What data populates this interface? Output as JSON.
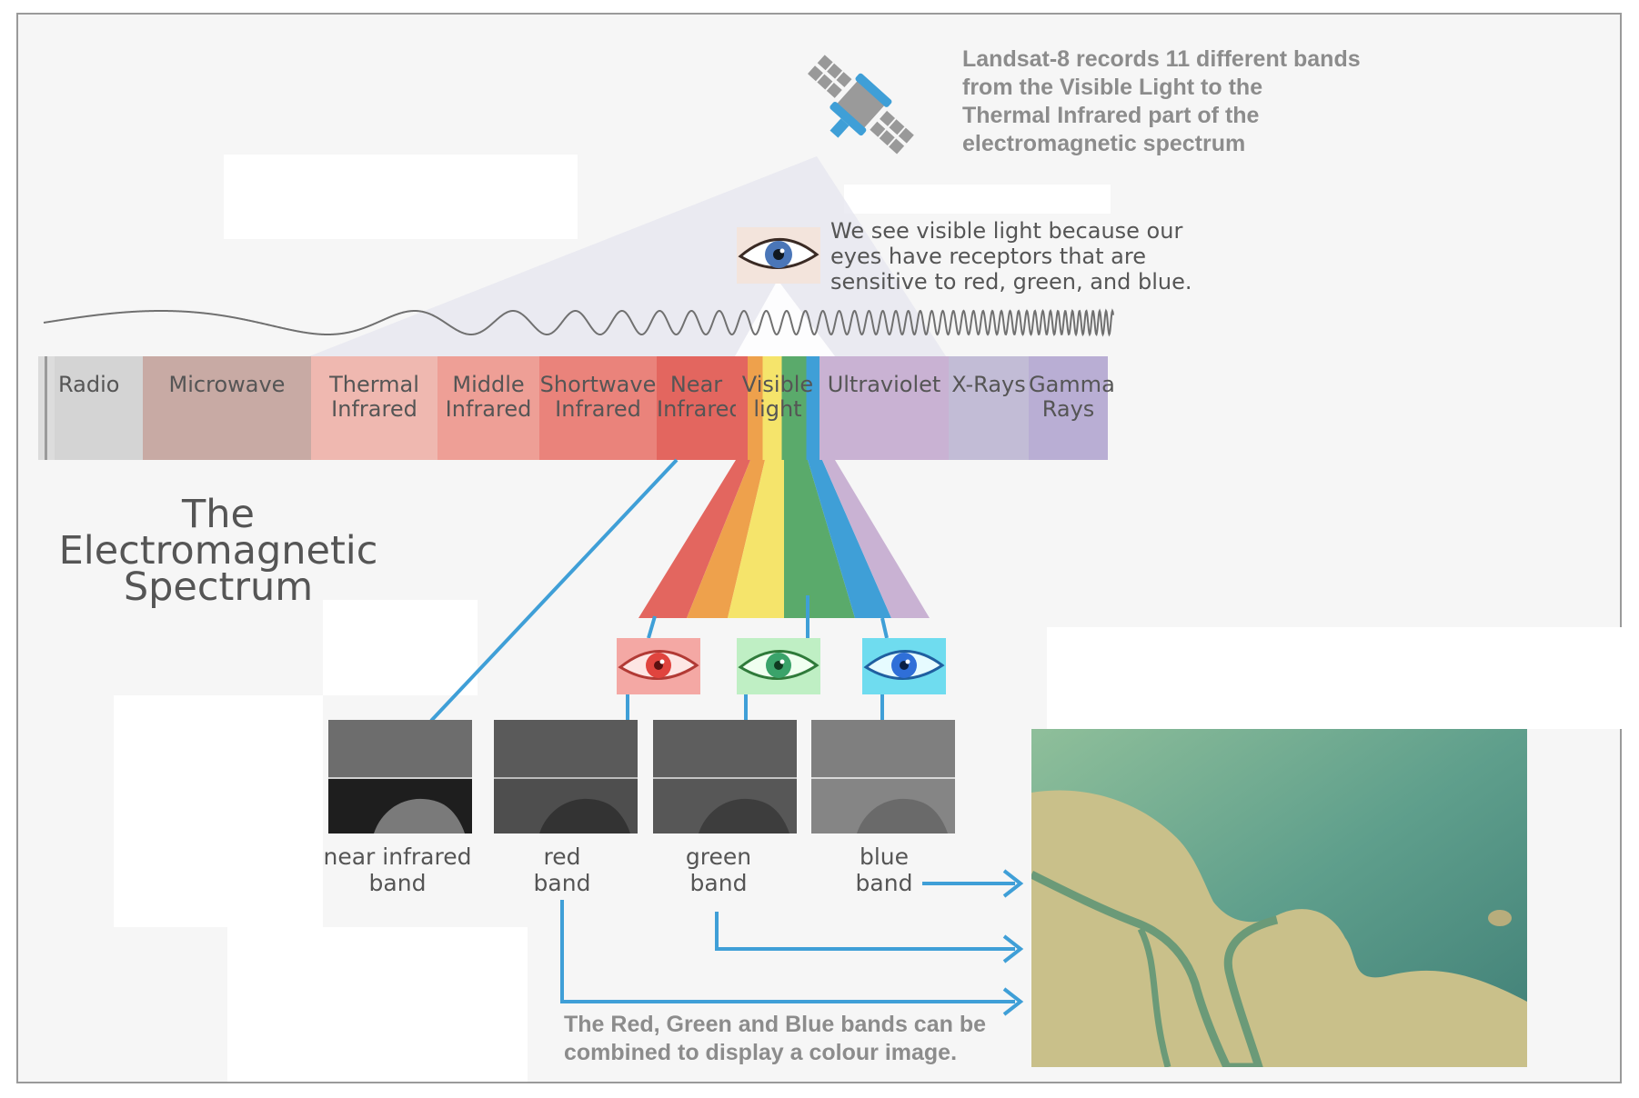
{
  "satellite": {
    "caption_lines": [
      "Landsat-8 records 11 different bands",
      "from the Visible Light to the",
      "Thermal Infrared part of the",
      "electromagnetic spectrum"
    ]
  },
  "eye": {
    "caption_lines": [
      "We see visible light because our",
      "eyes have receptors that are",
      "sensitive to red, green, and blue."
    ]
  },
  "spectrum": {
    "segments": [
      {
        "lines": [
          "Radio"
        ],
        "color": "#d4d4d4"
      },
      {
        "lines": [
          "Microwave"
        ],
        "color": "#c8aaa4"
      },
      {
        "lines": [
          "Thermal",
          "Infrared"
        ],
        "color": "#efb8b0"
      },
      {
        "lines": [
          "Middle",
          "Infrared"
        ],
        "color": "#ee9f96"
      },
      {
        "lines": [
          "Shortwave",
          "Infrared"
        ],
        "color": "#ea837b"
      },
      {
        "lines": [
          "Near",
          "Infrared"
        ],
        "color": "#e3665f"
      },
      {
        "lines": [
          "Visible",
          "light"
        ],
        "color": "#e8a040"
      },
      {
        "lines": [
          "Ultraviolet"
        ],
        "color": "#c9b2d3"
      },
      {
        "lines": [
          "X-Rays"
        ],
        "color": "#c2bcd6"
      },
      {
        "lines": [
          "Gamma",
          "Rays"
        ],
        "color": "#b9aed4"
      }
    ]
  },
  "title": {
    "lines": [
      "The",
      "Electromagnetic",
      "Spectrum"
    ]
  },
  "bands": [
    {
      "lines": [
        "near infrared",
        "band"
      ]
    },
    {
      "lines": [
        "red",
        "band"
      ]
    },
    {
      "lines": [
        "green",
        "band"
      ]
    },
    {
      "lines": [
        "blue",
        "band"
      ]
    }
  ],
  "combined": {
    "caption_lines": [
      "The Red, Green and Blue bands can be",
      "combined to display a colour image."
    ]
  },
  "colors": {
    "connector": "#3f9fd7",
    "caption_gray": "#8c8c8c",
    "label_gray": "#555555",
    "visible_red": "#e3665f",
    "visible_orange": "#eea14c",
    "visible_yellow": "#f5e46b",
    "visible_green": "#5aaa6b",
    "visible_blue": "#3f9fd7",
    "uv_purple": "#c9b2d3"
  }
}
